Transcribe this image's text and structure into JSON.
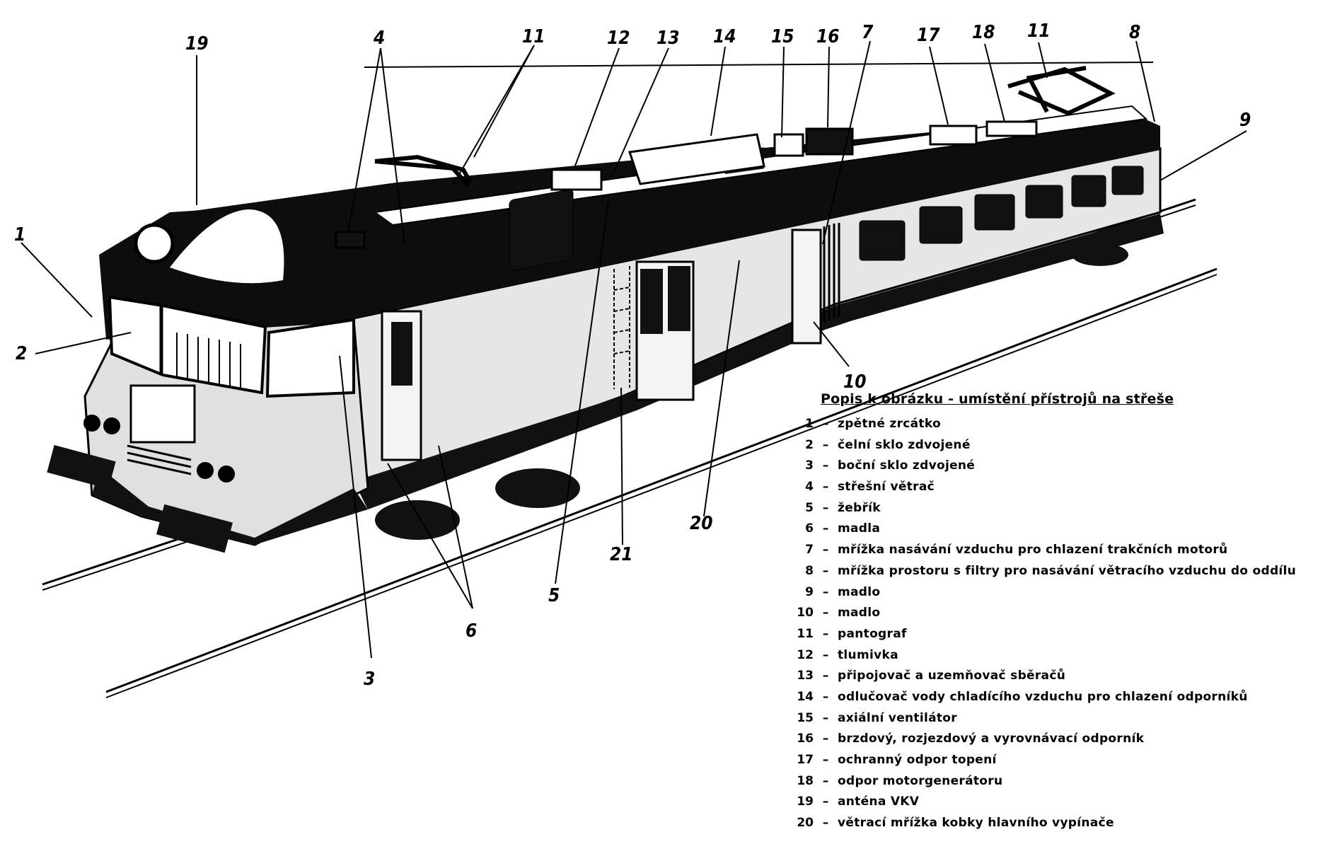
{
  "callouts": [
    {
      "id": "c1",
      "text": "1"
    },
    {
      "id": "c2",
      "text": "2"
    },
    {
      "id": "c3",
      "text": "3"
    },
    {
      "id": "c4",
      "text": "4"
    },
    {
      "id": "c5",
      "text": "5"
    },
    {
      "id": "c6",
      "text": "6"
    },
    {
      "id": "c7",
      "text": "7"
    },
    {
      "id": "c8",
      "text": "8"
    },
    {
      "id": "c9",
      "text": "9"
    },
    {
      "id": "c10",
      "text": "10"
    },
    {
      "id": "c11a",
      "text": "11"
    },
    {
      "id": "c11b",
      "text": "11"
    },
    {
      "id": "c12",
      "text": "12"
    },
    {
      "id": "c13",
      "text": "13"
    },
    {
      "id": "c14",
      "text": "14"
    },
    {
      "id": "c15",
      "text": "15"
    },
    {
      "id": "c16",
      "text": "16"
    },
    {
      "id": "c17",
      "text": "17"
    },
    {
      "id": "c18",
      "text": "18"
    },
    {
      "id": "c19",
      "text": "19"
    },
    {
      "id": "c20",
      "text": "20"
    },
    {
      "id": "c21",
      "text": "21"
    }
  ],
  "legend": {
    "title": "Popis k obrázku - umístění přístrojů na střeše",
    "items": [
      {
        "num": "1",
        "text": "zpětné zrcátko"
      },
      {
        "num": "2",
        "text": "čelní sklo zdvojené"
      },
      {
        "num": "3",
        "text": "boční sklo zdvojené"
      },
      {
        "num": "4",
        "text": "střešní větrač"
      },
      {
        "num": "5",
        "text": "žebřík"
      },
      {
        "num": "6",
        "text": "madla"
      },
      {
        "num": "7",
        "text": "mřížka nasávání vzduchu pro chlazení trakčních motorů"
      },
      {
        "num": "8",
        "text": "mřížka prostoru s filtry pro nasávání větracího vzduchu do oddílu"
      },
      {
        "num": "9",
        "text": "madlo"
      },
      {
        "num": "10",
        "text": "madlo"
      },
      {
        "num": "11",
        "text": "pantograf"
      },
      {
        "num": "12",
        "text": "tlumivka"
      },
      {
        "num": "13",
        "text": "připojovač a uzemňovač sběračů"
      },
      {
        "num": "14",
        "text": "odlučovač vody chladícího vzduchu pro chlazení odporníků"
      },
      {
        "num": "15",
        "text": "axiální ventilátor"
      },
      {
        "num": "16",
        "text": "brzdový, rozjezdový a vyrovnávací odporník"
      },
      {
        "num": "17",
        "text": "ochranný odpor topení"
      },
      {
        "num": "18",
        "text": "odpor motorgenerátoru"
      },
      {
        "num": "19",
        "text": "anténa VKV"
      },
      {
        "num": "20",
        "text": "větrací mřížka kobky hlavního vypínače"
      }
    ]
  }
}
